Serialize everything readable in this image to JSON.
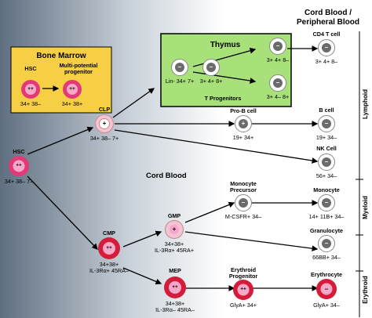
{
  "header": {
    "cord_peripheral_line1": "Cord Blood /",
    "cord_peripheral_line2": "Peripheral Blood"
  },
  "boxes": {
    "bone_marrow": {
      "title": "Bone Marrow",
      "hsc_label": "HSC",
      "mpp_label_1": "Multi-potential",
      "mpp_label_2": "progenitor",
      "hsc_marker": "34+ 38–",
      "mpp_marker": "34+ 38+"
    },
    "thymus": {
      "title": "Thymus",
      "lin_marker": "Lin- 34+ 7+",
      "mid_marker": "3+ 4+ 8+",
      "footer": "T Progenitors",
      "top_right_marker": "3+ 4+ 8–",
      "bottom_right_marker": "3+ 4– 8+"
    }
  },
  "cells": {
    "hsc": {
      "label": "HSC",
      "marker": "34+ 38– 7–",
      "sign": "++"
    },
    "clp": {
      "label": "CLP",
      "marker": "34+ 38– 7+",
      "sign": "+"
    },
    "cmp": {
      "label": "CMP",
      "marker_1": "34+38+",
      "marker_2": "IL-3Rα+ 45RA–",
      "sign": "++"
    },
    "gmp": {
      "label": "GMP",
      "marker_1": "34+38+",
      "marker_2": "IL-3Rα+ 45RA+",
      "sign": "+"
    },
    "mep": {
      "label": "MEP",
      "marker_1": "34+38+",
      "marker_2": "IL-3Rα– 45RA–",
      "sign": "++"
    },
    "pro_b": {
      "label": "Pro-B cell",
      "marker": "19+ 34+",
      "sign": "+"
    },
    "monocyte_precursor": {
      "label_1": "Monocyte",
      "label_2": "Precursor",
      "marker": "M-CSFR+ 34–",
      "sign": "–"
    },
    "erythroid_progenitor": {
      "label_1": "Erythroid",
      "label_2": "Progenitor",
      "marker": "GlyA+ 34+",
      "sign": "++"
    },
    "cd4_t": {
      "label": "CD4 T cell",
      "marker": "3+ 4+ 8–",
      "sign": "–"
    },
    "b_cell": {
      "label": "B cell",
      "marker": "19+ 34–",
      "sign": "–"
    },
    "nk_cell": {
      "label": "NK Cell",
      "marker": "56+ 34–",
      "sign": "–"
    },
    "monocyte": {
      "label": "Monocyte",
      "marker": "14+ 11B+ 34–",
      "sign": "–"
    },
    "granulocyte": {
      "label": "Granulocyte",
      "marker": "66BB+ 34–",
      "sign": "–"
    },
    "erythrocyte": {
      "label": "Erythrocyte",
      "marker": "GlyA+ 34–",
      "sign": "–"
    }
  },
  "region_label": "Cord Blood",
  "lineages": {
    "lymphoid": "Lymphoid",
    "myeloid": "Myeloid",
    "erythroid": "Erythroid"
  },
  "colors": {
    "bone_marrow_bg": "#f7cf45",
    "thymus_bg": "#a8e07a",
    "ring_pink": "#e23a78",
    "ring_red": "#d41c3a",
    "core_pink": "#f7a7c8",
    "ring_light": "#f2c4d6",
    "dark_core": "#6b6b6b"
  }
}
